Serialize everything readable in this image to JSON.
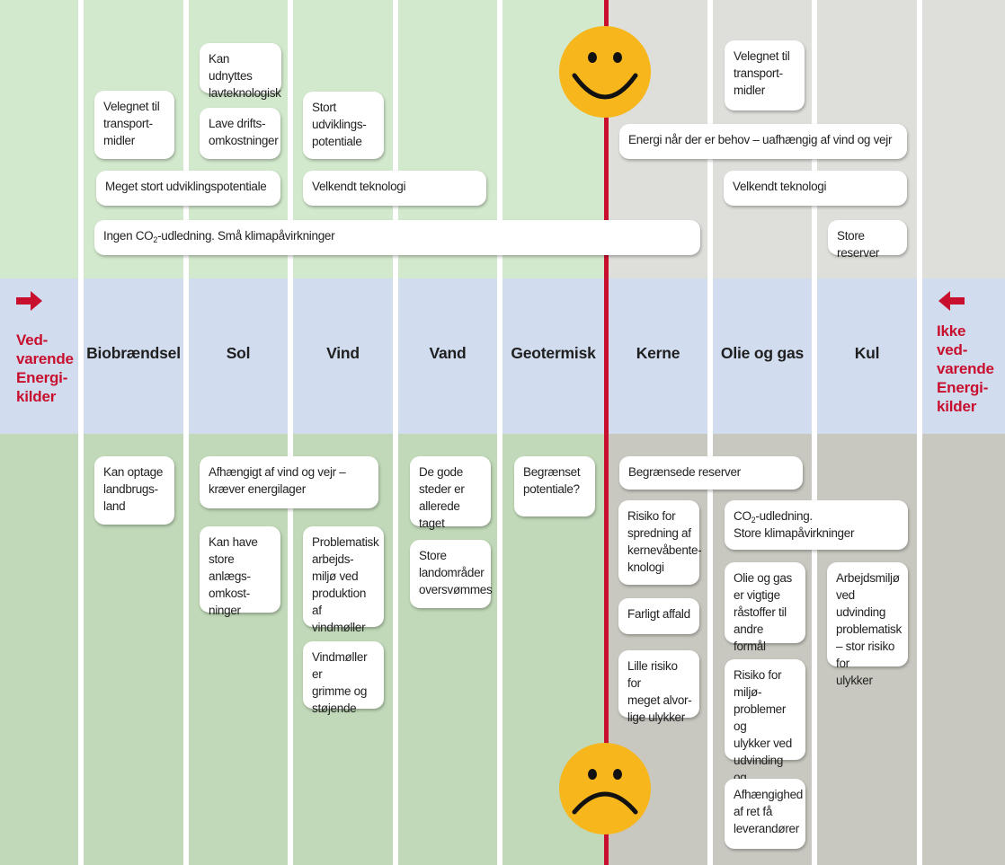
{
  "colors": {
    "top_renewable": "#d3e9cd",
    "top_nonrenewable": "#dededa",
    "middle": "#d1dcef",
    "bottom_renewable": "#c1d9b8",
    "bottom_nonrenewable": "#c8c8c0",
    "divider": "#c8102e",
    "smiley": "#f6b61c"
  },
  "left_label": "Ved-\nvarende\nEnergi-\nkilder",
  "right_label": "Ikke\nved-\nvarende\nEnergi-\nkilder",
  "categories": [
    "Biobrændsel",
    "Sol",
    "Vind",
    "Vand",
    "Geotermisk",
    "Kerne",
    "Olie og gas",
    "Kul"
  ],
  "positive_icon": "smiley-happy-icon",
  "negative_icon": "smiley-sad-icon",
  "positives": [
    {
      "id": "pos-1",
      "text": "Kan udnyttes\nlavteknologisk"
    },
    {
      "id": "pos-2",
      "text": "Velegnet til\ntransport-\nmidler"
    },
    {
      "id": "pos-3",
      "text": "Lave drifts-\nomkostninger"
    },
    {
      "id": "pos-4",
      "text": "Stort\nudviklings-\npotentiale"
    },
    {
      "id": "pos-5",
      "text": "Meget stort udviklingspotentiale"
    },
    {
      "id": "pos-6",
      "text": "Velkendt teknologi"
    },
    {
      "id": "pos-7",
      "text_pre": "Ingen CO",
      "text_sub": "2",
      "text_post": "-udledning. Små klimapåvirkninger"
    },
    {
      "id": "pos-8",
      "text": "Velegnet til\ntransport-\nmidler"
    },
    {
      "id": "pos-9",
      "text": "Energi når der er behov – uafhængig af vind og vejr"
    },
    {
      "id": "pos-10",
      "text": "Velkendt teknologi"
    },
    {
      "id": "pos-11",
      "text": "Store reserver"
    }
  ],
  "negatives": [
    {
      "id": "neg-1",
      "text": "Kan optage\nlandbrugs-\nland"
    },
    {
      "id": "neg-2",
      "text": "Afhængigt af vind og vejr –\nkræver energilager"
    },
    {
      "id": "neg-3",
      "text": "Kan have\nstore anlægs-\nomkost-\nninger"
    },
    {
      "id": "neg-4",
      "text": "Problematisk\narbejds-\nmiljø ved\nproduktion af\nvindmøller"
    },
    {
      "id": "neg-5",
      "text": "Vindmøller er\ngrimme og\nstøjende"
    },
    {
      "id": "neg-6",
      "text": "De gode\nsteder er\nallerede taget"
    },
    {
      "id": "neg-7",
      "text": "Store\nlandområder\noversvømmes"
    },
    {
      "id": "neg-8",
      "text": "Begrænset\npotentiale?"
    },
    {
      "id": "neg-9",
      "text": "Begrænsede reserver"
    },
    {
      "id": "neg-10",
      "text": "Risiko for\nspredning af\nkernevåbente-\nknologi"
    },
    {
      "id": "neg-11",
      "text": "Farligt affald"
    },
    {
      "id": "neg-12",
      "text": "Lille risiko for\nmeget alvor-\nlige ulykker"
    },
    {
      "id": "neg-13",
      "text_pre": "CO",
      "text_sub": "2",
      "text_post": "-udledning.\nStore klimapåvirkninger"
    },
    {
      "id": "neg-14",
      "text": "Olie og gas\ner vigtige\nråstoffer til\nandre formål"
    },
    {
      "id": "neg-15",
      "text": "Arbejdsmiljø\nved udvinding\nproblematisk\n– stor risiko for\nulykker"
    },
    {
      "id": "neg-16",
      "text": "Risiko for miljø-\nproblemer og\nulykker ved\nudvinding og\ntransport"
    },
    {
      "id": "neg-17",
      "text": "Afhængighed\naf ret få\nleverandører"
    }
  ]
}
